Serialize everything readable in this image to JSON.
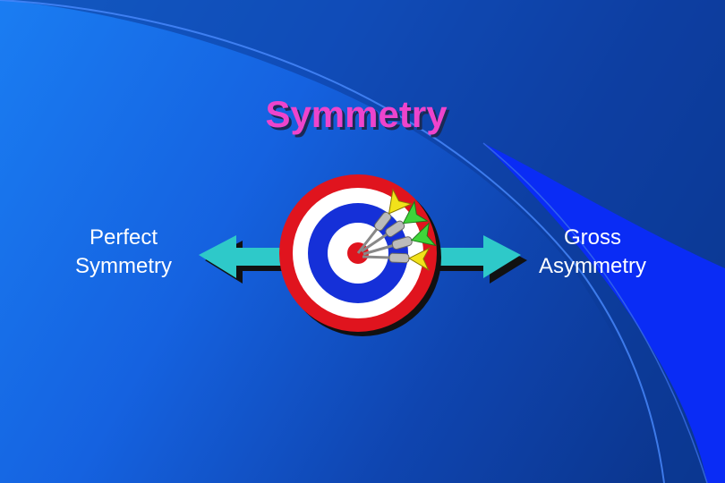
{
  "slide": {
    "title": "Symmetry",
    "left_label_line1": "Perfect",
    "left_label_line2": "Symmetry",
    "right_label_line1": "Gross",
    "right_label_line2": "Asymmetry"
  },
  "colors": {
    "background": "#1562e0",
    "title": "#ee44cc",
    "arrow": "#2ec9c9",
    "target_red": "#e0141e",
    "target_blue": "#1530d8",
    "target_white": "#ffffff"
  },
  "icons": {
    "target": "dartboard-icon",
    "darts": "dart-icon"
  }
}
